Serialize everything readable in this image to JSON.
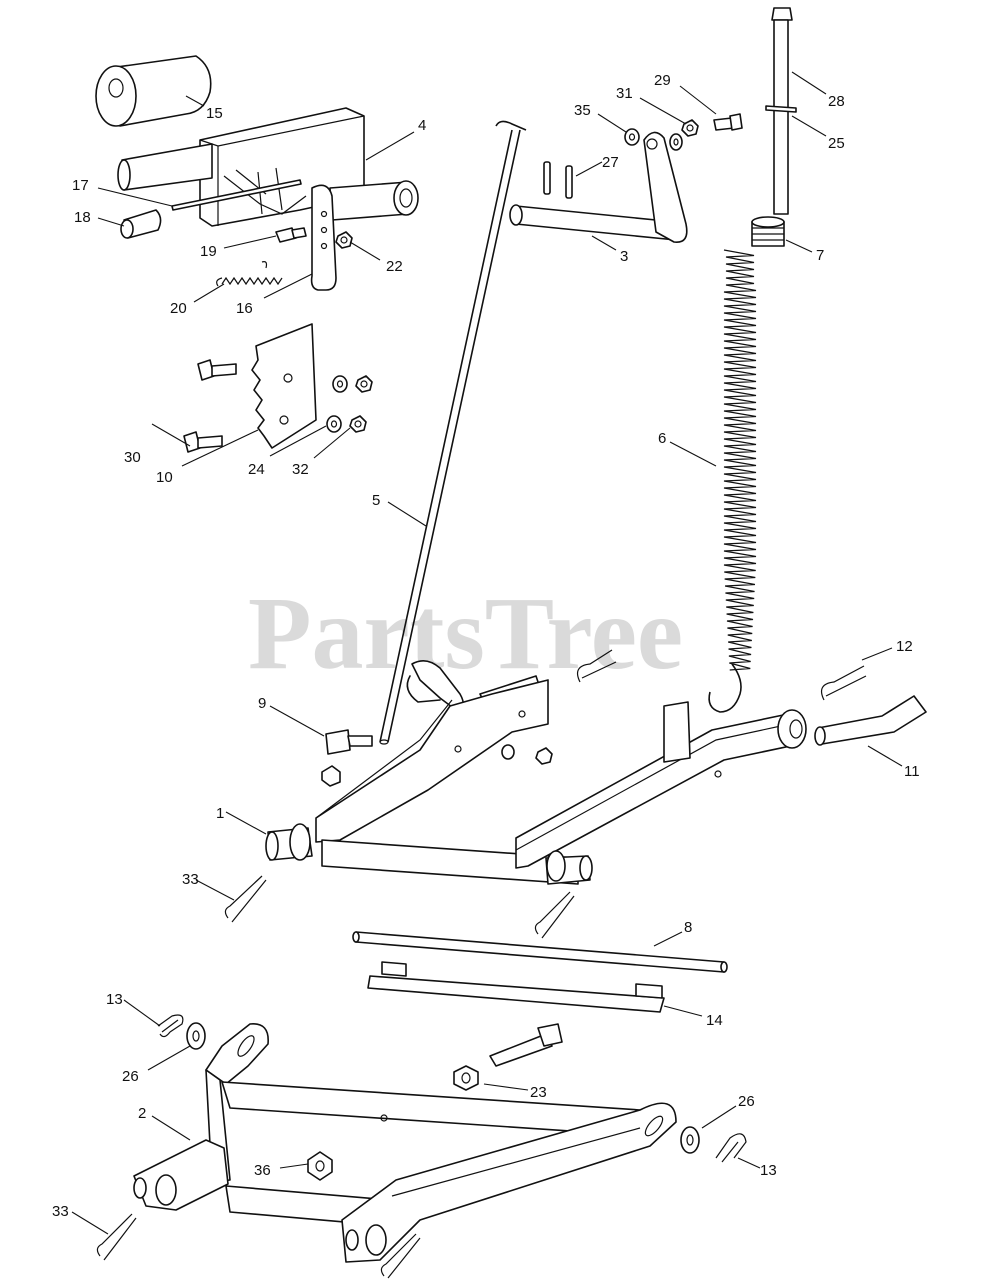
{
  "watermark": "PartsTree",
  "callouts": [
    {
      "id": "c15",
      "label": "15"
    },
    {
      "id": "c4",
      "label": "4"
    },
    {
      "id": "c17",
      "label": "17"
    },
    {
      "id": "c18",
      "label": "18"
    },
    {
      "id": "c19",
      "label": "19"
    },
    {
      "id": "c22",
      "label": "22"
    },
    {
      "id": "c20",
      "label": "20"
    },
    {
      "id": "c16",
      "label": "16"
    },
    {
      "id": "c30",
      "label": "30"
    },
    {
      "id": "c10",
      "label": "10"
    },
    {
      "id": "c24",
      "label": "24"
    },
    {
      "id": "c32",
      "label": "32"
    },
    {
      "id": "c5",
      "label": "5"
    },
    {
      "id": "c35",
      "label": "35"
    },
    {
      "id": "c31",
      "label": "31"
    },
    {
      "id": "c29",
      "label": "29"
    },
    {
      "id": "c28",
      "label": "28"
    },
    {
      "id": "c25",
      "label": "25"
    },
    {
      "id": "c27",
      "label": "27"
    },
    {
      "id": "c3",
      "label": "3"
    },
    {
      "id": "c7",
      "label": "7"
    },
    {
      "id": "c6",
      "label": "6"
    },
    {
      "id": "c12",
      "label": "12"
    },
    {
      "id": "c11",
      "label": "11"
    },
    {
      "id": "c9",
      "label": "9"
    },
    {
      "id": "c1",
      "label": "1"
    },
    {
      "id": "c33a",
      "label": "33"
    },
    {
      "id": "c8",
      "label": "8"
    },
    {
      "id": "c14",
      "label": "14"
    },
    {
      "id": "c13a",
      "label": "13"
    },
    {
      "id": "c26a",
      "label": "26"
    },
    {
      "id": "c23",
      "label": "23"
    },
    {
      "id": "c2",
      "label": "2"
    },
    {
      "id": "c26b",
      "label": "26"
    },
    {
      "id": "c36",
      "label": "36"
    },
    {
      "id": "c13b",
      "label": "13"
    },
    {
      "id": "c33b",
      "label": "33"
    }
  ]
}
